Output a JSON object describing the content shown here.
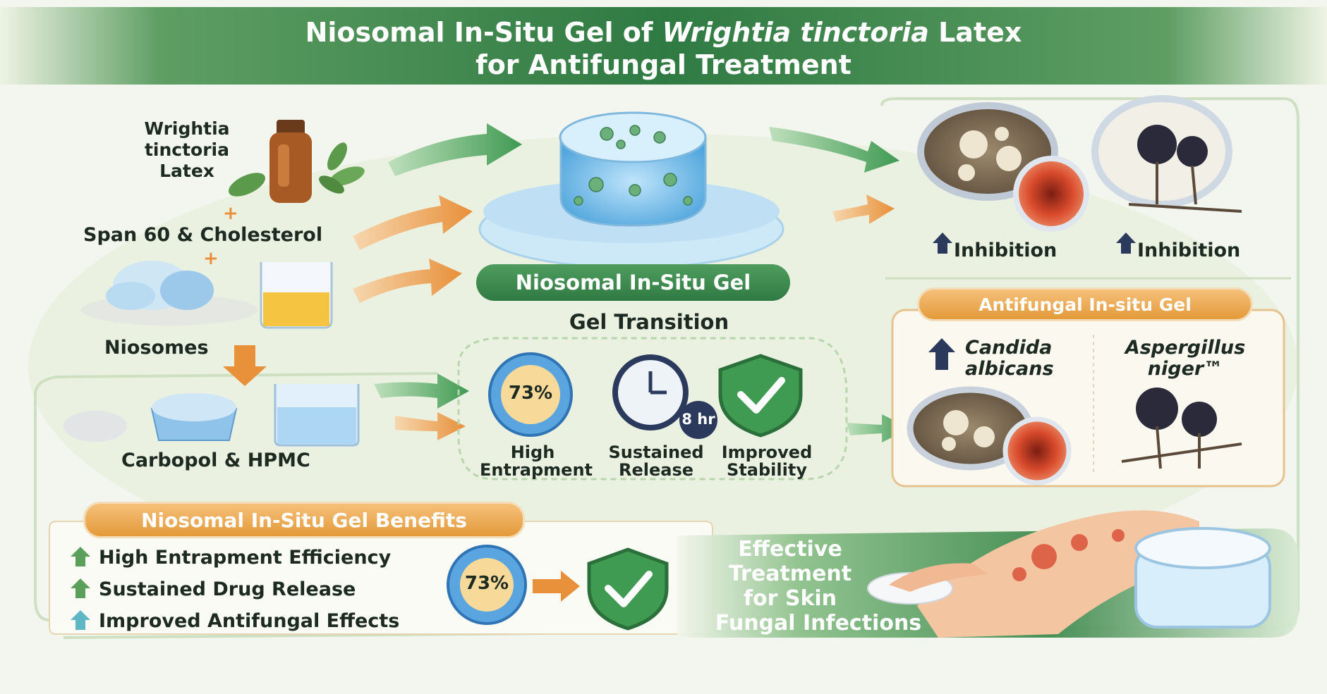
{
  "title": {
    "line1_prefix": "Niosomal In-Situ Gel of ",
    "line1_italic": "Wrightia tinctoria",
    "line1_suffix": " Latex",
    "line2": "for Antifungal Treatment"
  },
  "inputs": {
    "latex_label": [
      "Wrightia",
      "tinctoria",
      "Latex"
    ],
    "plus": "+",
    "surfactant_label": "Span 60 & Cholesterol",
    "niosomes_label": "Niosomes",
    "polymer_label": "Carbopol & HPMC"
  },
  "center": {
    "gel_banner": "Niosomal In-Situ Gel",
    "transition_label": "Gel Transition",
    "features": [
      {
        "value": "73%",
        "label": [
          "High",
          "Entrapment"
        ]
      },
      {
        "value": "8 hr",
        "label": [
          "Sustained",
          "Release"
        ]
      },
      {
        "value": "",
        "label": [
          "Improved",
          "Stability"
        ]
      }
    ]
  },
  "right": {
    "inhibition_labels": [
      "Inhibition",
      "Inhibition"
    ],
    "panel_title": "Antifungal In-situ Gel",
    "organisms": [
      {
        "name": [
          "Candida",
          "albicans"
        ]
      },
      {
        "name": [
          "Aspergillus",
          "niger™"
        ]
      }
    ]
  },
  "benefits": {
    "title": "Niosomal In-Situ Gel Benefits",
    "items": [
      "High Entrapment Efficiency",
      "Sustained Drug Release",
      "Improved Antifungal Effects"
    ],
    "badge_value": "73%"
  },
  "treatment": {
    "lines": [
      "Effective",
      "Treatment",
      "for Skin",
      "Fungal Infections"
    ]
  },
  "colors": {
    "green": "#3c8a4f",
    "orange": "#e8973a",
    "blue": "#3f8fd6",
    "navy": "#2b3a5c"
  }
}
